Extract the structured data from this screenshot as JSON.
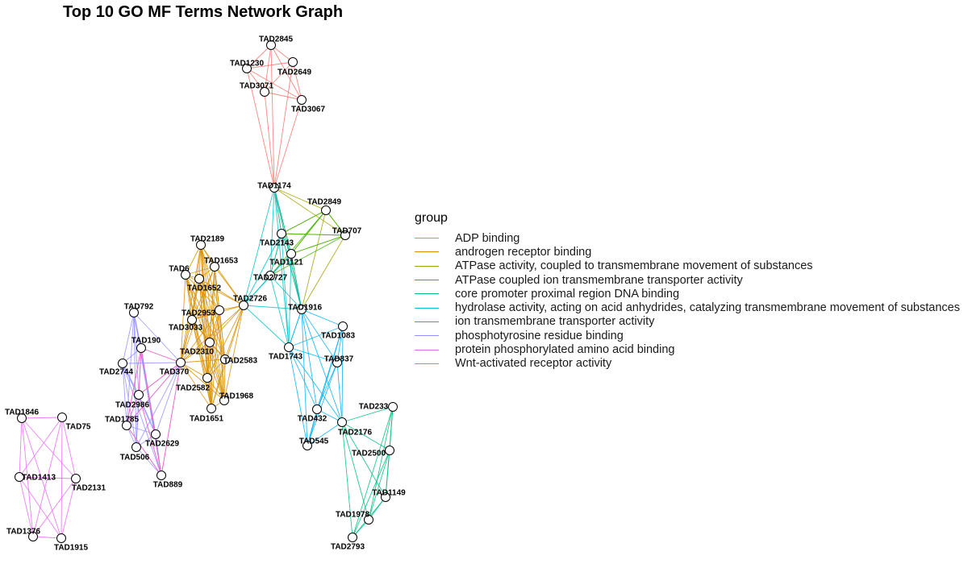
{
  "title": "Top 10 GO MF Terms Network Graph",
  "legend": {
    "title": "group",
    "items": [
      {
        "label": "ADP binding",
        "color": "#F8766D"
      },
      {
        "label": "androgen receptor binding",
        "color": "#D89000"
      },
      {
        "label": "ATPase activity, coupled to transmembrane movement of substances",
        "color": "#A3A500"
      },
      {
        "label": "ATPase coupled ion transmembrane transporter activity",
        "color": "#39B600"
      },
      {
        "label": "core promoter proximal region DNA binding",
        "color": "#00BF7D"
      },
      {
        "label": "hydrolase activity, acting on acid anhydrides, catalyzing transmembrane movement of substances",
        "color": "#00BFC4"
      },
      {
        "label": "ion transmembrane transporter activity",
        "color": "#00B0F6"
      },
      {
        "label": "phosphotyrosine residue binding",
        "color": "#9590FF"
      },
      {
        "label": "protein phosphorylated amino acid binding",
        "color": "#E76BF3"
      },
      {
        "label": "Wnt-activated receptor activity",
        "color": "#FF62BC"
      }
    ]
  },
  "nodes": [
    {
      "id": "TAD2845"
    },
    {
      "id": "TAD1230"
    },
    {
      "id": "TAD2649"
    },
    {
      "id": "TAD3071"
    },
    {
      "id": "TAD3067"
    },
    {
      "id": "TAD1174"
    },
    {
      "id": "TAD2849"
    },
    {
      "id": "TAD707"
    },
    {
      "id": "TAD2143"
    },
    {
      "id": "TAD1121"
    },
    {
      "id": "TAD2727"
    },
    {
      "id": "TAD2726"
    },
    {
      "id": "TAD1916"
    },
    {
      "id": "TAD1083"
    },
    {
      "id": "TAD1743"
    },
    {
      "id": "TAD837"
    },
    {
      "id": "TAD432"
    },
    {
      "id": "TAD2176"
    },
    {
      "id": "TAD545"
    },
    {
      "id": "TAD233"
    },
    {
      "id": "TAD2500"
    },
    {
      "id": "TAD1149"
    },
    {
      "id": "TAD1978"
    },
    {
      "id": "TAD2793"
    },
    {
      "id": "TAD2189"
    },
    {
      "id": "TAD6"
    },
    {
      "id": "TAD1653"
    },
    {
      "id": "TAD1652"
    },
    {
      "id": "TAD2953"
    },
    {
      "id": "TAD3033"
    },
    {
      "id": "TAD2310"
    },
    {
      "id": "TAD2583"
    },
    {
      "id": "TAD2582"
    },
    {
      "id": "TAD1968"
    },
    {
      "id": "TAD1651"
    },
    {
      "id": "TAD370"
    },
    {
      "id": "TAD792"
    },
    {
      "id": "TAD190"
    },
    {
      "id": "TAD2744"
    },
    {
      "id": "TAD2986"
    },
    {
      "id": "TAD1785"
    },
    {
      "id": "TAD2629"
    },
    {
      "id": "TAD506"
    },
    {
      "id": "TAD889"
    },
    {
      "id": "TAD1846"
    },
    {
      "id": "TAD75"
    },
    {
      "id": "TAD1413"
    },
    {
      "id": "TAD2131"
    },
    {
      "id": "TAD1376"
    },
    {
      "id": "TAD1915"
    }
  ],
  "edge_groups": [
    {
      "group": 0,
      "members": [
        "TAD2845",
        "TAD1230",
        "TAD2649",
        "TAD3071",
        "TAD3067",
        "TAD1174"
      ]
    },
    {
      "group": 1,
      "members": [
        "TAD2189",
        "TAD6",
        "TAD1653",
        "TAD1652",
        "TAD2953",
        "TAD3033",
        "TAD2310",
        "TAD2583",
        "TAD2582",
        "TAD1968",
        "TAD1651",
        "TAD370",
        "TAD2726"
      ]
    },
    {
      "group": 2,
      "members": [
        "TAD1174",
        "TAD2849",
        "TAD707",
        "TAD2143",
        "TAD1121",
        "TAD1916"
      ]
    },
    {
      "group": 3,
      "members": [
        "TAD2849",
        "TAD707",
        "TAD2143",
        "TAD1121",
        "TAD2727"
      ]
    },
    {
      "group": 4,
      "members": [
        "TAD2176",
        "TAD233",
        "TAD2500",
        "TAD1149",
        "TAD1978",
        "TAD2793"
      ]
    },
    {
      "group": 5,
      "members": [
        "TAD1174",
        "TAD2143",
        "TAD1121",
        "TAD2727",
        "TAD2726",
        "TAD1916",
        "TAD1743"
      ]
    },
    {
      "group": 6,
      "members": [
        "TAD1916",
        "TAD1083",
        "TAD1743",
        "TAD837",
        "TAD432",
        "TAD2176",
        "TAD545"
      ]
    },
    {
      "group": 7,
      "members": [
        "TAD792",
        "TAD190",
        "TAD2744",
        "TAD370",
        "TAD2986",
        "TAD1785",
        "TAD2629",
        "TAD506",
        "TAD889"
      ]
    },
    {
      "group": 8,
      "members": [
        "TAD1846",
        "TAD75",
        "TAD1413",
        "TAD2131",
        "TAD1376",
        "TAD1915"
      ]
    },
    {
      "group": 9,
      "members": [
        "TAD190",
        "TAD2986",
        "TAD1785",
        "TAD370",
        "TAD889"
      ]
    }
  ]
}
